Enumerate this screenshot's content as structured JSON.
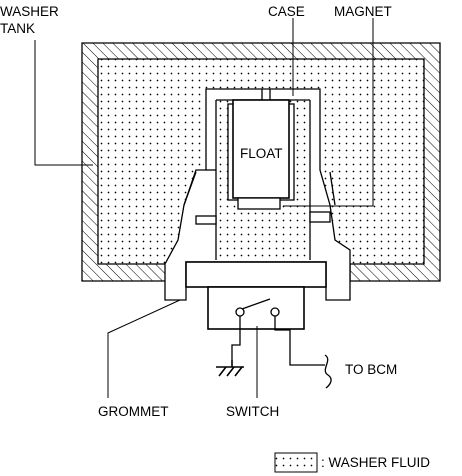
{
  "labels": {
    "washer_tank_line1": "WASHER",
    "washer_tank_line2": "TANK",
    "case": "CASE",
    "magnet": "MAGNET",
    "float": "FLOAT",
    "to_bcm": "TO BCM",
    "grommet": "GROMMET",
    "switch": "SWITCH",
    "legend": ": WASHER FLUID"
  },
  "colors": {
    "line": "#000000",
    "background": "#ffffff",
    "fluid_dot": "#000000"
  }
}
